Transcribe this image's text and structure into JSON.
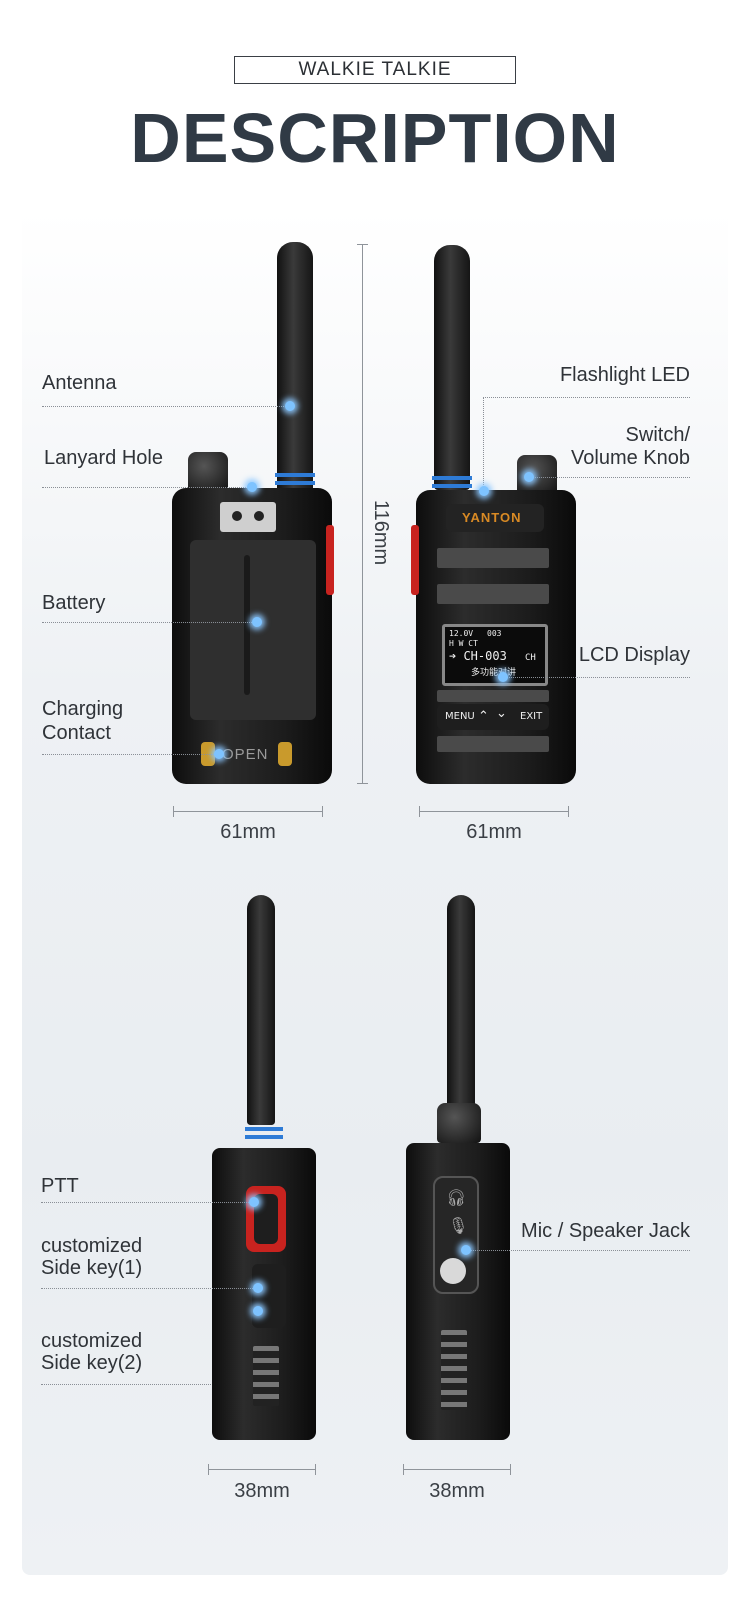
{
  "header": {
    "tag": "WALKIE TALKIE",
    "title": "DESCRIPTION"
  },
  "labels": {
    "antenna": "Antenna",
    "lanyard_hole": "Lanyard Hole",
    "battery": "Battery",
    "charging_contact_1": "Charging",
    "charging_contact_2": "Contact",
    "flashlight_led": "Flashlight LED",
    "switch_1": "Switch/",
    "switch_2": "Volume Knob",
    "lcd_display": "LCD Display",
    "ptt": "PTT",
    "side_key1_1": "customized",
    "side_key1_2": "Side key(1)",
    "side_key2_1": "customized",
    "side_key2_2": "Side key(2)",
    "mic_speaker_jack": "Mic / Speaker Jack"
  },
  "dimensions": {
    "height": "116mm",
    "width_back": "61mm",
    "width_front": "61mm",
    "depth_left": "38mm",
    "depth_right": "38mm"
  },
  "device": {
    "brand_logo": "YANTON",
    "battery_text": "OPEN",
    "screen_status": "12.0V",
    "screen_group": "003",
    "screen_icons": "H W CT",
    "screen_channel": "➔ CH-003",
    "screen_ch_tag": "CH",
    "screen_sub": "多功能对讲",
    "key_menu": "MENU",
    "key_exit": "EXIT"
  },
  "colors": {
    "accent_ring": "#2e7bd6",
    "highlight_dot": "#7ec3ff",
    "ptt_red": "#c8231f",
    "logo_orange": "#d98a24"
  }
}
